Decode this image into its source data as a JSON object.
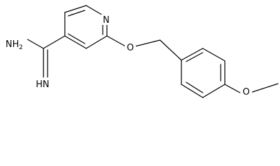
{
  "structure": {
    "atoms": {
      "pyridine_n": "N",
      "amidine_nh2": "NH",
      "amidine_nh2_subscript": "2",
      "amidine_imine": "HN",
      "ether_o": "O",
      "methoxy_o": "O"
    }
  }
}
